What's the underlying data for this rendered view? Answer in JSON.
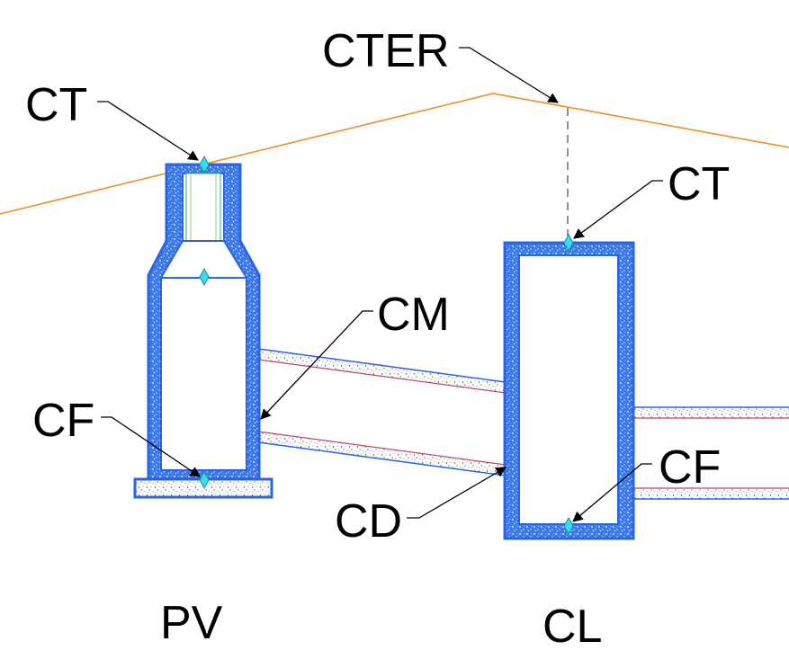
{
  "labels": {
    "cter": "CTER",
    "ct_left": "CT",
    "ct_right": "CT",
    "cm": "CM",
    "cf_left": "CF",
    "cf_right": "CF",
    "cd": "CD",
    "pv": "PV",
    "cl": "CL"
  },
  "colors": {
    "ground_line": "#f28c28",
    "wall_outline": "#2b63e6",
    "wall_fill": "#3f7be8",
    "inner_line": "#c0485f",
    "marker": "#33e0e6",
    "leader": "#000000"
  }
}
